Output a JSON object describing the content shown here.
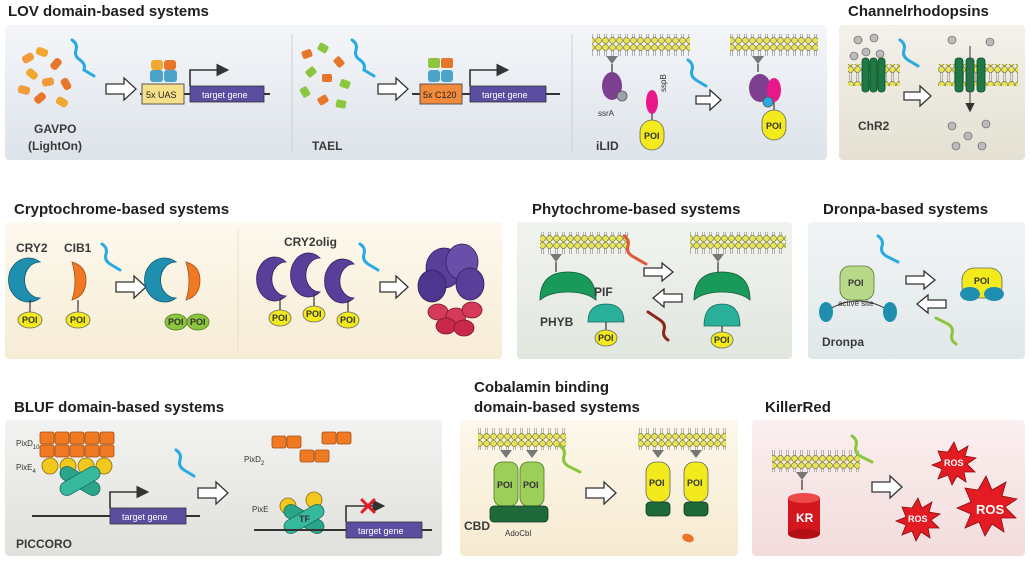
{
  "panels": {
    "lov": {
      "title": "LOV domain-based systems",
      "gavpo_line1": "GAVPO",
      "gavpo_line2": "(LightOn)",
      "uas": "5x UAS",
      "target_gene": "target gene",
      "tael": "TAEL",
      "c120": "5x C120",
      "target_gene_2": "target gene",
      "ilid": "iLID",
      "ssra": "ssrA",
      "sspb": "sspB",
      "poi": "POI",
      "poi_2": "POI"
    },
    "chr": {
      "title": "Channelrhodopsins",
      "chr2": "ChR2"
    },
    "cry": {
      "title": "Cryptochrome-based systems",
      "cry2": "CRY2",
      "cib1": "CIB1",
      "cry2olig": "CRY2olig",
      "poi": "POI"
    },
    "phy": {
      "title": "Phytochrome-based systems",
      "phyb": "PHYB",
      "pif": "PIF",
      "poi": "POI"
    },
    "dron": {
      "title": "Dronpa-based systems",
      "poi": "POI",
      "active_site": "active site",
      "dronpa": "Dronpa"
    },
    "bluf": {
      "title": "BLUF domain-based systems",
      "pixd10": "PixD",
      "pixd10_sub": "10",
      "pixe4": "PixE",
      "pixe4_sub": "4",
      "pixd2": "PixD",
      "pixd2_sub": "2",
      "pixe": "PixE",
      "tf": "TF",
      "target_gene": "target gene",
      "piccoro": "PICCORO"
    },
    "cbd": {
      "title_line1": "Cobalamin binding",
      "title_line2": "domain-based systems",
      "cbd": "CBD",
      "adocbl": "AdoCbl",
      "poi": "POI"
    },
    "kr": {
      "title": "KillerRed",
      "kr": "KR",
      "ros": "ROS"
    }
  },
  "colors": {
    "blue_light": "#29abe2",
    "green_light": "#8cc63f",
    "red_light": "#8b2a1a",
    "membrane_head": "#e8e45a",
    "poi_yellow": "#f2ea1c",
    "cry_blue": "#1f8fb0",
    "cib_orange": "#f07a24",
    "olig_purple": "#5a3f9a",
    "chr_green": "#1d7a45",
    "ros_red": "#e31b23"
  }
}
